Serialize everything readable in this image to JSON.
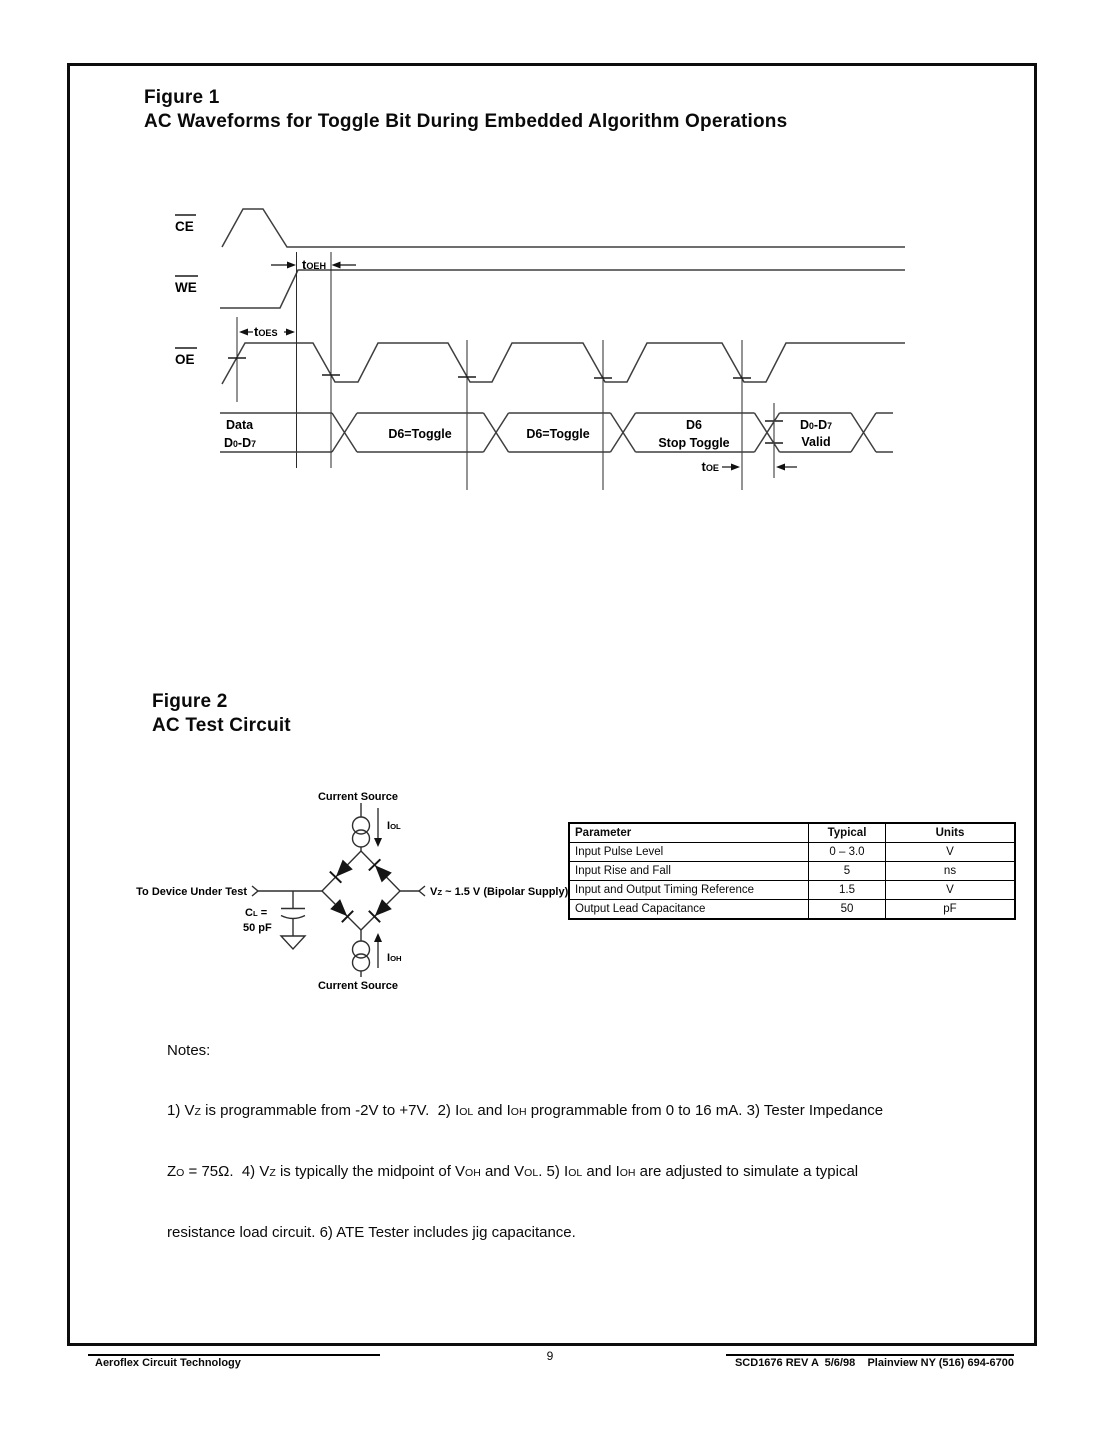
{
  "figure1": {
    "label": "Figure 1",
    "title": "AC Waveforms for Toggle Bit During Embedded Algorithm Operations",
    "signals": {
      "ce": "CE",
      "we": "WE",
      "oe": "OE"
    },
    "timing": {
      "toeh": [
        {
          "t": "t"
        },
        {
          "t": "OEH",
          "sub": true
        }
      ],
      "toes": [
        {
          "t": "t"
        },
        {
          "t": "OES",
          "sub": true
        }
      ],
      "toe": [
        {
          "t": "t"
        },
        {
          "t": "OE",
          "sub": true
        }
      ]
    },
    "bus": {
      "data_line1": "Data",
      "data_line2": [
        {
          "t": "D"
        },
        {
          "t": "0",
          "sub": true
        },
        {
          "t": "-D"
        },
        {
          "t": "7",
          "sub": true
        }
      ],
      "seg1": "D6=Toggle",
      "seg2": "D6=Toggle",
      "seg3_line1": "D6",
      "seg3_line2": "Stop Toggle",
      "seg4_line1": [
        {
          "t": "D"
        },
        {
          "t": "0",
          "sub": true
        },
        {
          "t": "-D"
        },
        {
          "t": "7",
          "sub": true
        }
      ],
      "seg4_line2": "Valid"
    }
  },
  "figure2": {
    "label": "Figure 2",
    "title": "AC Test Circuit",
    "circuit": {
      "current_source_top": "Current Source",
      "current_source_bottom": "Current Source",
      "iol": [
        {
          "t": "I"
        },
        {
          "t": "OL",
          "sub": true
        }
      ],
      "ioh": [
        {
          "t": "I"
        },
        {
          "t": "OH",
          "sub": true
        }
      ],
      "to_dut": "To Device Under Test",
      "vz": [
        {
          "t": "V"
        },
        {
          "t": "Z",
          "sub": true
        },
        {
          "t": " ~ 1.5 V (Bipolar Supply)"
        }
      ],
      "cl": [
        {
          "t": "C"
        },
        {
          "t": "L",
          "sub": true
        },
        {
          "t": " ="
        }
      ],
      "cl_value": "50 pF"
    },
    "table": {
      "headers": [
        "Parameter",
        "Typical",
        "Units"
      ],
      "rows": [
        {
          "param": "Input Pulse Level",
          "typical": "0 – 3.0",
          "units": "V"
        },
        {
          "param": "Input Rise and Fall",
          "typical": "5",
          "units": "ns"
        },
        {
          "param": "Input and Output Timing Reference",
          "typical": "1.5",
          "units": "V"
        },
        {
          "param": "Output Lead Capacitance",
          "typical": "50",
          "units": "pF"
        }
      ]
    }
  },
  "notes": {
    "title": "Notes:",
    "line1": [
      {
        "t": "1) V"
      },
      {
        "t": "Z",
        "sub": true
      },
      {
        "t": " is programmable from -2V to +7V.  2) I"
      },
      {
        "t": "OL",
        "sub": true
      },
      {
        "t": " and I"
      },
      {
        "t": "OH",
        "sub": true
      },
      {
        "t": " programmable from 0 to 16 mA. 3) Tester Impedance"
      }
    ],
    "line2": [
      {
        "t": "Z"
      },
      {
        "t": "O",
        "sub": true
      },
      {
        "t": " = 75Ω.  4) V"
      },
      {
        "t": "Z",
        "sub": true
      },
      {
        "t": " is typically the midpoint of V"
      },
      {
        "t": "OH",
        "sub": true
      },
      {
        "t": " and V"
      },
      {
        "t": "OL",
        "sub": true
      },
      {
        "t": ". 5) I"
      },
      {
        "t": "OL",
        "sub": true
      },
      {
        "t": " and I"
      },
      {
        "t": "OH",
        "sub": true
      },
      {
        "t": " are adjusted to simulate a typical"
      }
    ],
    "line3": [
      {
        "t": "resistance load circuit. 6) ATE Tester includes jig capacitance."
      }
    ]
  },
  "footer": {
    "company": "Aeroflex Circuit Technology",
    "page_number": "9",
    "doc_info": "SCD1676 REV A  5/6/98    Plainview NY (516) 694-6700"
  }
}
